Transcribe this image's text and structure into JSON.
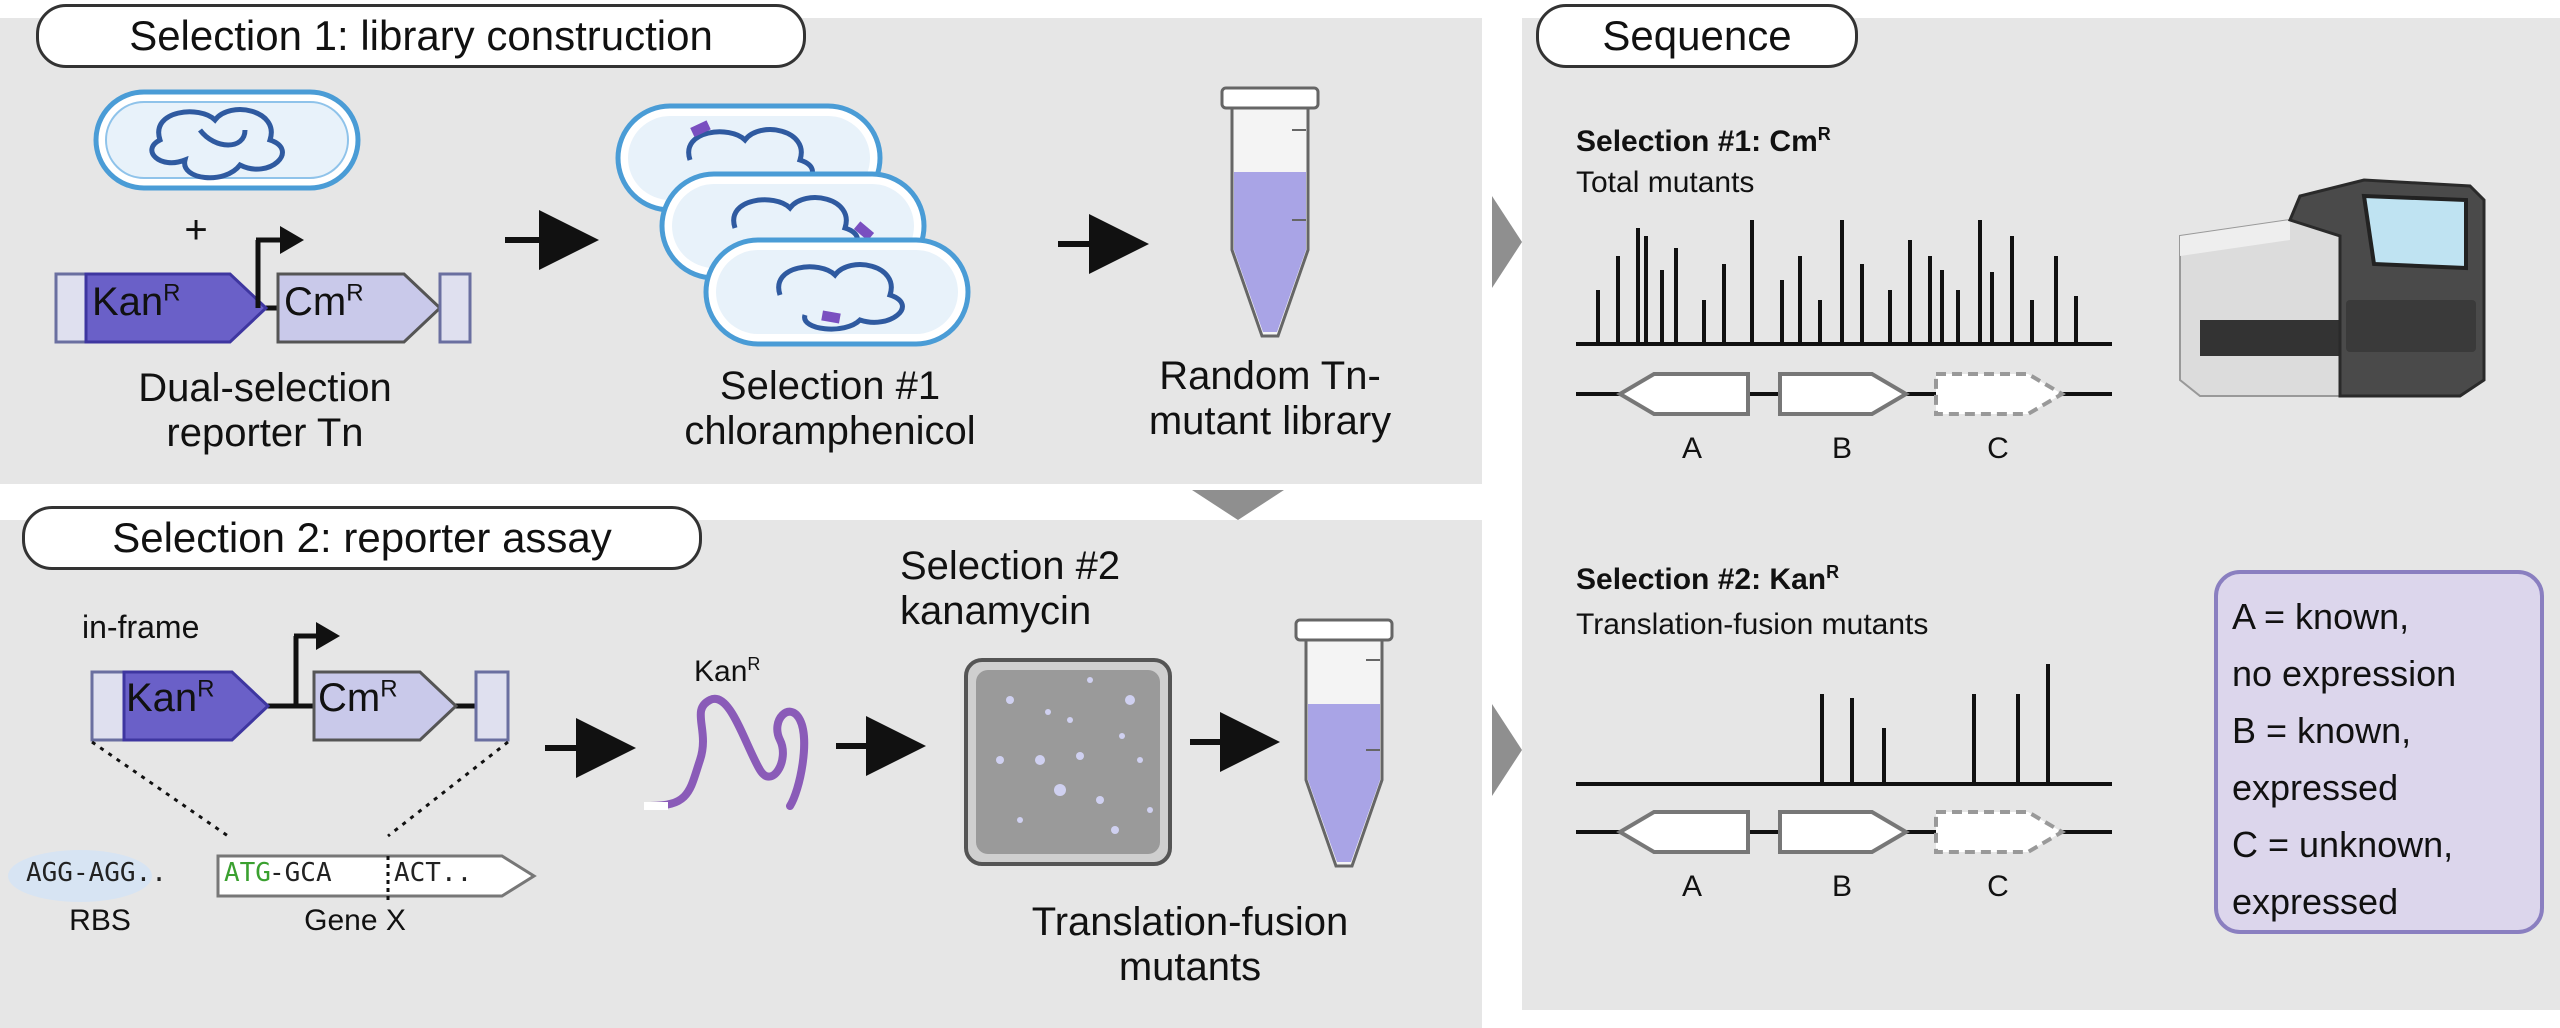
{
  "panels": {
    "selection1_title": "Selection 1: library construction",
    "selection2_title": "Selection 2:  reporter assay",
    "sequence_title": "Sequence"
  },
  "selection1": {
    "plus": "+",
    "kan": "Kan",
    "cm": "Cm",
    "superscript_r": "R",
    "reporter_label_1": "Dual-selection",
    "reporter_label_2": "reporter Tn",
    "selection_label_1": "Selection #1",
    "selection_label_2": "chloramphenicol",
    "library_label_1": "Random Tn-",
    "library_label_2": "mutant library"
  },
  "selection2": {
    "in_frame": "in-frame",
    "kan": "Kan",
    "cm": "Cm",
    "superscript_r": "R",
    "kanr_protein_label": "Kan",
    "selection_label_1": "Selection #2",
    "selection_label_2": "kanamycin",
    "result_label_1": "Translation-fusion",
    "result_label_2": "mutants",
    "seq_rbs": "AGG-AGG..",
    "seq_atg": "ATG",
    "seq_rest_1": "-GCA",
    "seq_rest_2": "ACT..",
    "rbs_label": "RBS",
    "gene_label": "Gene X"
  },
  "sequence": {
    "sel1_title": "Selection #1: Cm",
    "sel1_title_sup": "R",
    "sel1_sub": "Total mutants",
    "sel2_title": "Selection #2: Kan",
    "sel2_title_sup": "R",
    "sel2_sub": "Translation-fusion mutants",
    "genes": [
      "A",
      "B",
      "C"
    ]
  },
  "legend": {
    "lines": [
      "A = known,",
      "no expression",
      "B = known,",
      "expressed",
      "C = unknown,",
      "expressed"
    ]
  },
  "colors": {
    "panel_bg": "#e6e6e6",
    "kan_fill": "#6a60c8",
    "cm_fill": "#c9c9ea",
    "plasmid": "#2f5aa0",
    "cell_outline": "#4a9cd6",
    "tube_liquid": "#a9a4e6",
    "kan_protein": "#8a5bb8",
    "atg_green": "#3aa02f",
    "legend_bg": "#dcd6ec",
    "legend_border": "#8a7fc0"
  }
}
